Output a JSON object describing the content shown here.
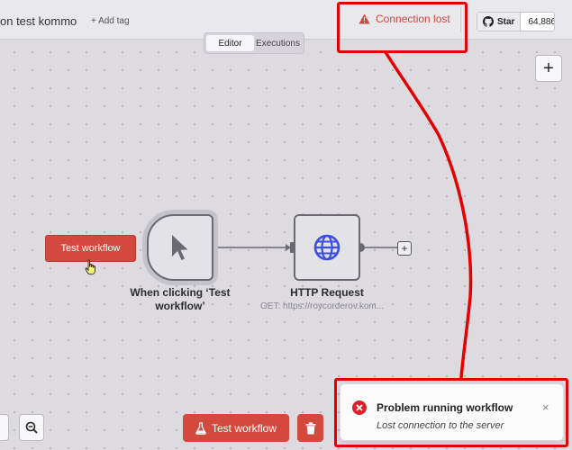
{
  "header": {
    "workflow_name": "on test kommo",
    "add_tag": "+ Add tag",
    "connection_status": "Connection lost",
    "github": {
      "star_label": "Star",
      "star_count": "64,886"
    }
  },
  "tabs": [
    {
      "label": "Editor",
      "active": true
    },
    {
      "label": "Executions",
      "active": false
    }
  ],
  "canvas": {
    "test_button": "Test workflow",
    "nodes": [
      {
        "name": "When clicking ‘Test workflow’",
        "line1": "When clicking ‘Test",
        "line2": "workflow’",
        "icon": "mouse-pointer-icon"
      },
      {
        "name": "HTTP Request",
        "subtitle": "GET: https://roycorderov.kom...",
        "icon": "globe-icon"
      }
    ]
  },
  "footer": {
    "test_button": "Test workflow"
  },
  "toast": {
    "title": "Problem running workflow",
    "message": "Lost connection to the server",
    "close": "×"
  },
  "colors": {
    "accent_red": "#d4493d",
    "error_red": "#d0473e",
    "annotation_red": "#e30000",
    "globe_blue": "#3c4fe0"
  }
}
